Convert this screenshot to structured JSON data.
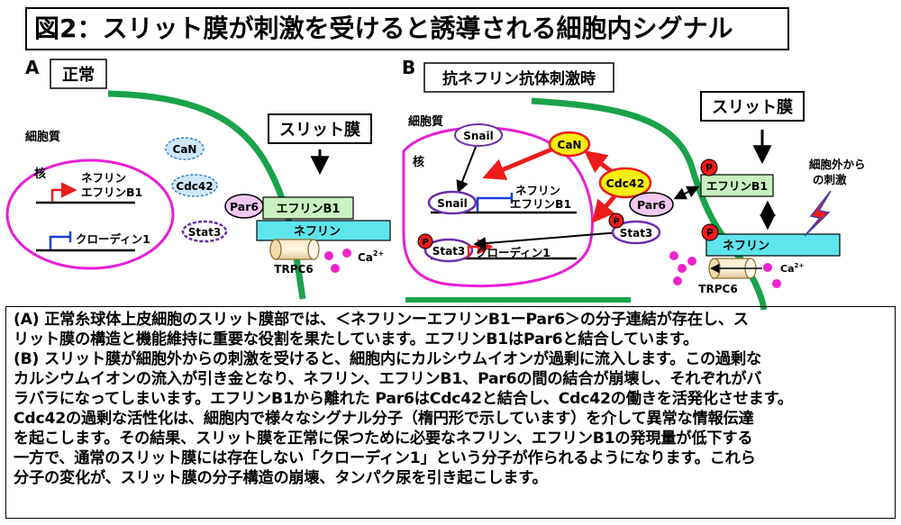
{
  "title": "図2：スリット膜が刺激を受けると誘導される細胞内シグナル",
  "panel_a": {
    "letter": "A",
    "label": "正常",
    "cytoplasm": "細胞質",
    "nucleus": "核",
    "gene_nephrin": "ネフリン",
    "gene_ephrin": "エフリンB1",
    "gene_claudin": "クローディン1",
    "slit_membrane": "スリット膜",
    "can": "CaN",
    "cdc42": "Cdc42",
    "stat3": "Stat3",
    "par6": "Par6",
    "ephrin_b1": "エフリンB1",
    "nephrin": "ネフリン",
    "trpc6": "TRPC6",
    "ca": "Ca",
    "ca_sup": "2+"
  },
  "panel_b": {
    "letter": "B",
    "label": "抗ネフリン抗体刺激時",
    "cytoplasm": "細胞質",
    "nucleus": "核",
    "snail_cyto": "Snail",
    "snail_nuc": "Snail",
    "gene_nephrin": "ネフリン",
    "gene_ephrin": "エフリンB1",
    "stat3_nuc": "Stat3",
    "gene_claudin": "クローディン1",
    "can": "CaN",
    "cdc42": "Cdc42",
    "par6": "Par6",
    "stat3": "Stat3",
    "phospho": "P",
    "slit_membrane": "スリット膜",
    "ephrin_b1": "エフリンB1",
    "nephrin": "ネフリン",
    "trpc6": "TRPC6",
    "ca": "Ca",
    "ca_sup": "2+",
    "external_stim_line1": "細胞外から",
    "external_stim_line2": "の刺激"
  },
  "caption": [
    "(A) 正常糸球体上皮細胞のスリット膜部では、＜ネフリンーエフリンB1ーPar6＞の分子連結が存在し、ス",
    "リット膜の構造と機能維持に重要な役割を果たしています。エフリンB1はPar6と結合しています。",
    "(B) スリット膜が細胞外からの刺激を受けると、細胞内にカルシウムイオンが過剰に流入します。この過剰な",
    "カルシウムイオンの流入が引き金となり、ネフリン、エフリンB1、Par6の間の結合が崩壊し、それぞれがバ",
    "ラバラになってしまいます。エフリンB1から離れた Par6はCdc42と結合し、Cdc42の働きを活発化させます。",
    "Cdc42の過剰な活性化は、細胞内で様々なシグナル分子（楕円形で示しています）を介して異常な情報伝達",
    "を起こします。その結果、スリット膜を正常に保つために必要なネフリン、エフリンB1の発現量が低下する",
    "一方で、通常のスリット膜には存在しない「クローディン1」という分子が作られるようになります。これら",
    "分子の変化が、スリット膜の分子構造の崩壊、タンパク尿を引き起こします。"
  ],
  "colors": {
    "membrane_green": "#1aa34a",
    "nucleus_magenta": "#e81ed6",
    "red_arrow": "#ee1b1b",
    "cyan_box": "#5ee5ec",
    "green_box": "#c8f0c0",
    "ca_ion": "#ee22cc",
    "promoter_blue": "#1a3fd8",
    "yellow_can": "#f5ee10",
    "pink_par6": "#f0c8f0"
  }
}
